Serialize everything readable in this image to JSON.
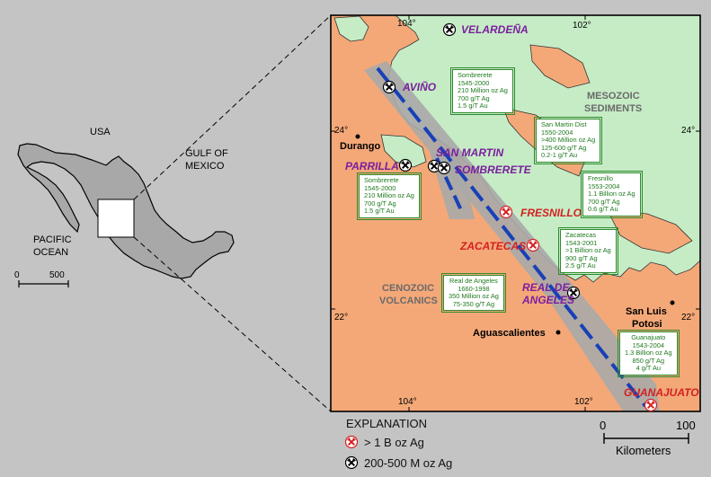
{
  "inset": {
    "labels": {
      "usa": "USA",
      "gulf_line1": "GULF OF",
      "gulf_line2": "MEXICO",
      "pacific_line1": "PACIFIC",
      "pacific_line2": "OCEAN"
    },
    "scale_zero": "0",
    "scale_max": "500"
  },
  "map": {
    "lat_lon_labels": {
      "top_104": "104°",
      "top_102": "102°",
      "left_24": "24°",
      "right_24": "24°",
      "left_22": "22°",
      "right_22": "22°",
      "bottom_104": "104°",
      "bottom_102": "102°"
    },
    "regions": {
      "mesozoic_line1": "MESOZOIC",
      "mesozoic_line2": "SEDIMENTS",
      "cenozoic_line1": "CENOZOIC",
      "cenozoic_line2": "VOLCANICS"
    },
    "cities": {
      "durango": "Durango",
      "aguascalientes": "Aguascalientes",
      "sanluis_line1": "San Luis",
      "sanluis_line2": "Potosi"
    },
    "districts": {
      "velardena": "VELARDEÑA",
      "avino": "AVIÑO",
      "san_martin": "SAN MARTIN",
      "parrilla": "PARRILLA",
      "sombrerete": "SOMBRERETE",
      "fresnillo": "FRESNILLO",
      "zacatecas": "ZACATECAS",
      "real_line1": "REAL DE",
      "real_line2": "ANGELES",
      "guanajuato": "GUANAJUATO"
    },
    "boxes": {
      "sombrerete_top": [
        "Sombrerete",
        "1545-2000",
        "210 Million oz Ag",
        "700 g/T Ag",
        "1.5 g/T Au"
      ],
      "san_martin": [
        "San Martin Dist",
        "1550-2004",
        ">400 Million oz Ag",
        "125-600  g/T Ag",
        "0.2-1  g/T Au"
      ],
      "sombrerete_left": [
        "Sombrerete",
        "1545-2000",
        "210 Million oz Ag",
        "700 g/T Ag",
        "1.5 g/T Au"
      ],
      "fresnillo": [
        "Fresnillo",
        "1553-2004",
        "1.1 Billion oz Ag",
        "700 g/T Ag",
        "0.6 g/T Au"
      ],
      "zacatecas": [
        "Zacatecas",
        "1543-2001",
        ">1 Billion oz Ag",
        "900 g/T Ag",
        "2.5 g/T Au"
      ],
      "real_angeles": [
        "Real de Angeles",
        "1660-1998",
        "350 Million oz Ag",
        "75-350 g/T Ag"
      ],
      "guanajuato": [
        "Guanajuato",
        "1543-2004",
        "1.3 Billion oz Ag",
        "850 g/T Ag",
        "4 g/T Au"
      ]
    },
    "scale": {
      "zero": "0",
      "max": "100",
      "unit": "Kilometers"
    }
  },
  "legend": {
    "title": "EXPLANATION",
    "item_red": "> 1 B oz Ag",
    "item_black": "200-500 M oz Ag"
  },
  "colors": {
    "background": "#c4c4c4",
    "volcanics": "#f4a878",
    "sediments": "#c6ecc6",
    "belt": "#a8a8a8",
    "trend_line": "#1840b8",
    "district_purple": "#7a1f9e",
    "district_red": "#d42020",
    "box_green": "#1f7a1f"
  }
}
